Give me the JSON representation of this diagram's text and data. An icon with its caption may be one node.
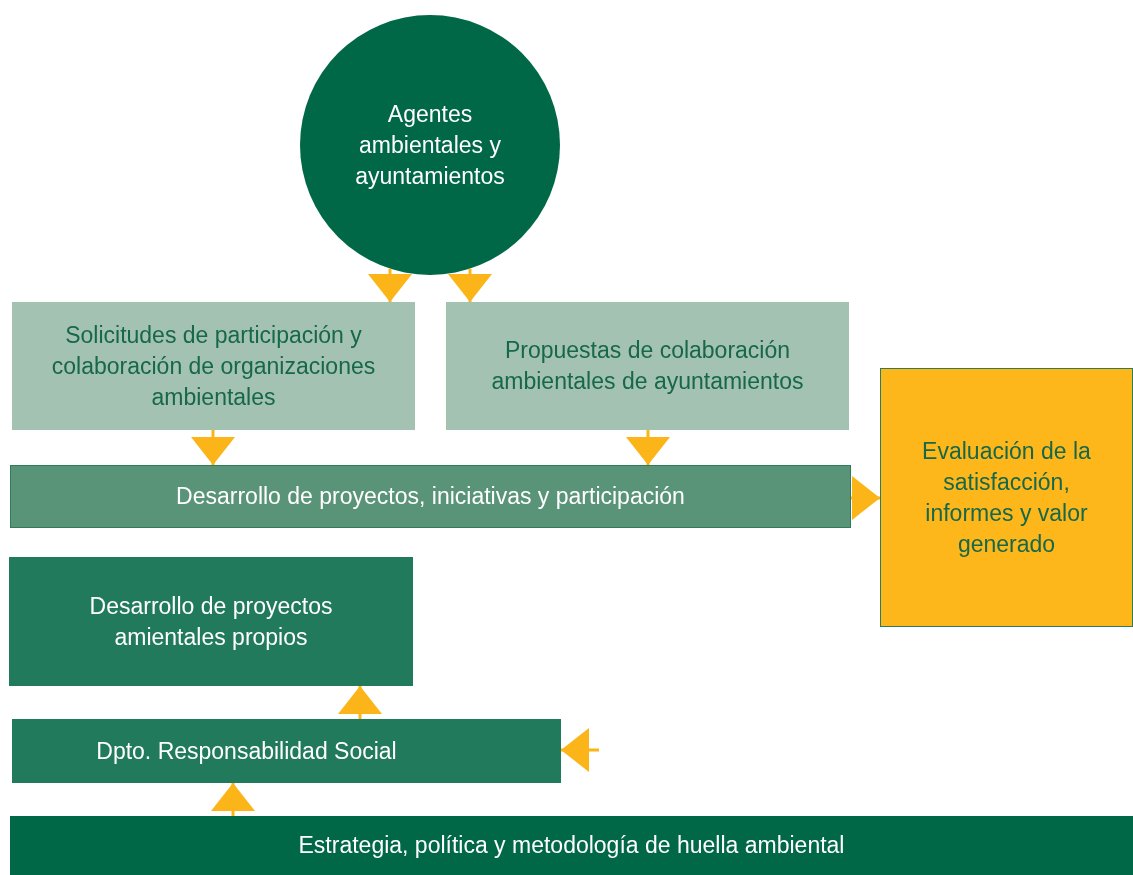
{
  "diagram": {
    "nodes": [
      {
        "text": [
          "Agentes ambientales y ayuntamientos"
        ]
      },
      {
        "text": [
          "Solicitudes de participación y colaboración de organizaciones ambientales"
        ]
      },
      {
        "text": [
          "Propuestas de colaboración ambientales de ayuntamientos"
        ]
      },
      {
        "text": [
          "Desarrollo de proyectos, iniciativas y participación"
        ]
      },
      {
        "text": [
          "Evaluación de la satisfacción, informes y valor generado"
        ]
      },
      {
        "text": [
          "Desarrollo de proyectos amientales propios"
        ]
      },
      {
        "text": [
          "Dpto. Responsabilidad Social"
        ]
      },
      {
        "text": [
          "Estrategia, política y metodología de huella ambiental"
        ]
      }
    ],
    "edges": [
      {
        "from": 0,
        "to": 1,
        "arrow": "to"
      },
      {
        "from": 0,
        "to": 2,
        "arrow": "to"
      },
      {
        "from": 1,
        "to": 3,
        "arrow": "to"
      },
      {
        "from": 2,
        "to": 3,
        "arrow": "to"
      },
      {
        "from": 3,
        "to": 4,
        "arrow": "to"
      },
      {
        "from": 6,
        "to": 5,
        "arrow": "to"
      },
      {
        "from": null,
        "to": 6,
        "arrow": "to"
      },
      {
        "from": 7,
        "to": 6,
        "arrow": "to"
      }
    ]
  }
}
